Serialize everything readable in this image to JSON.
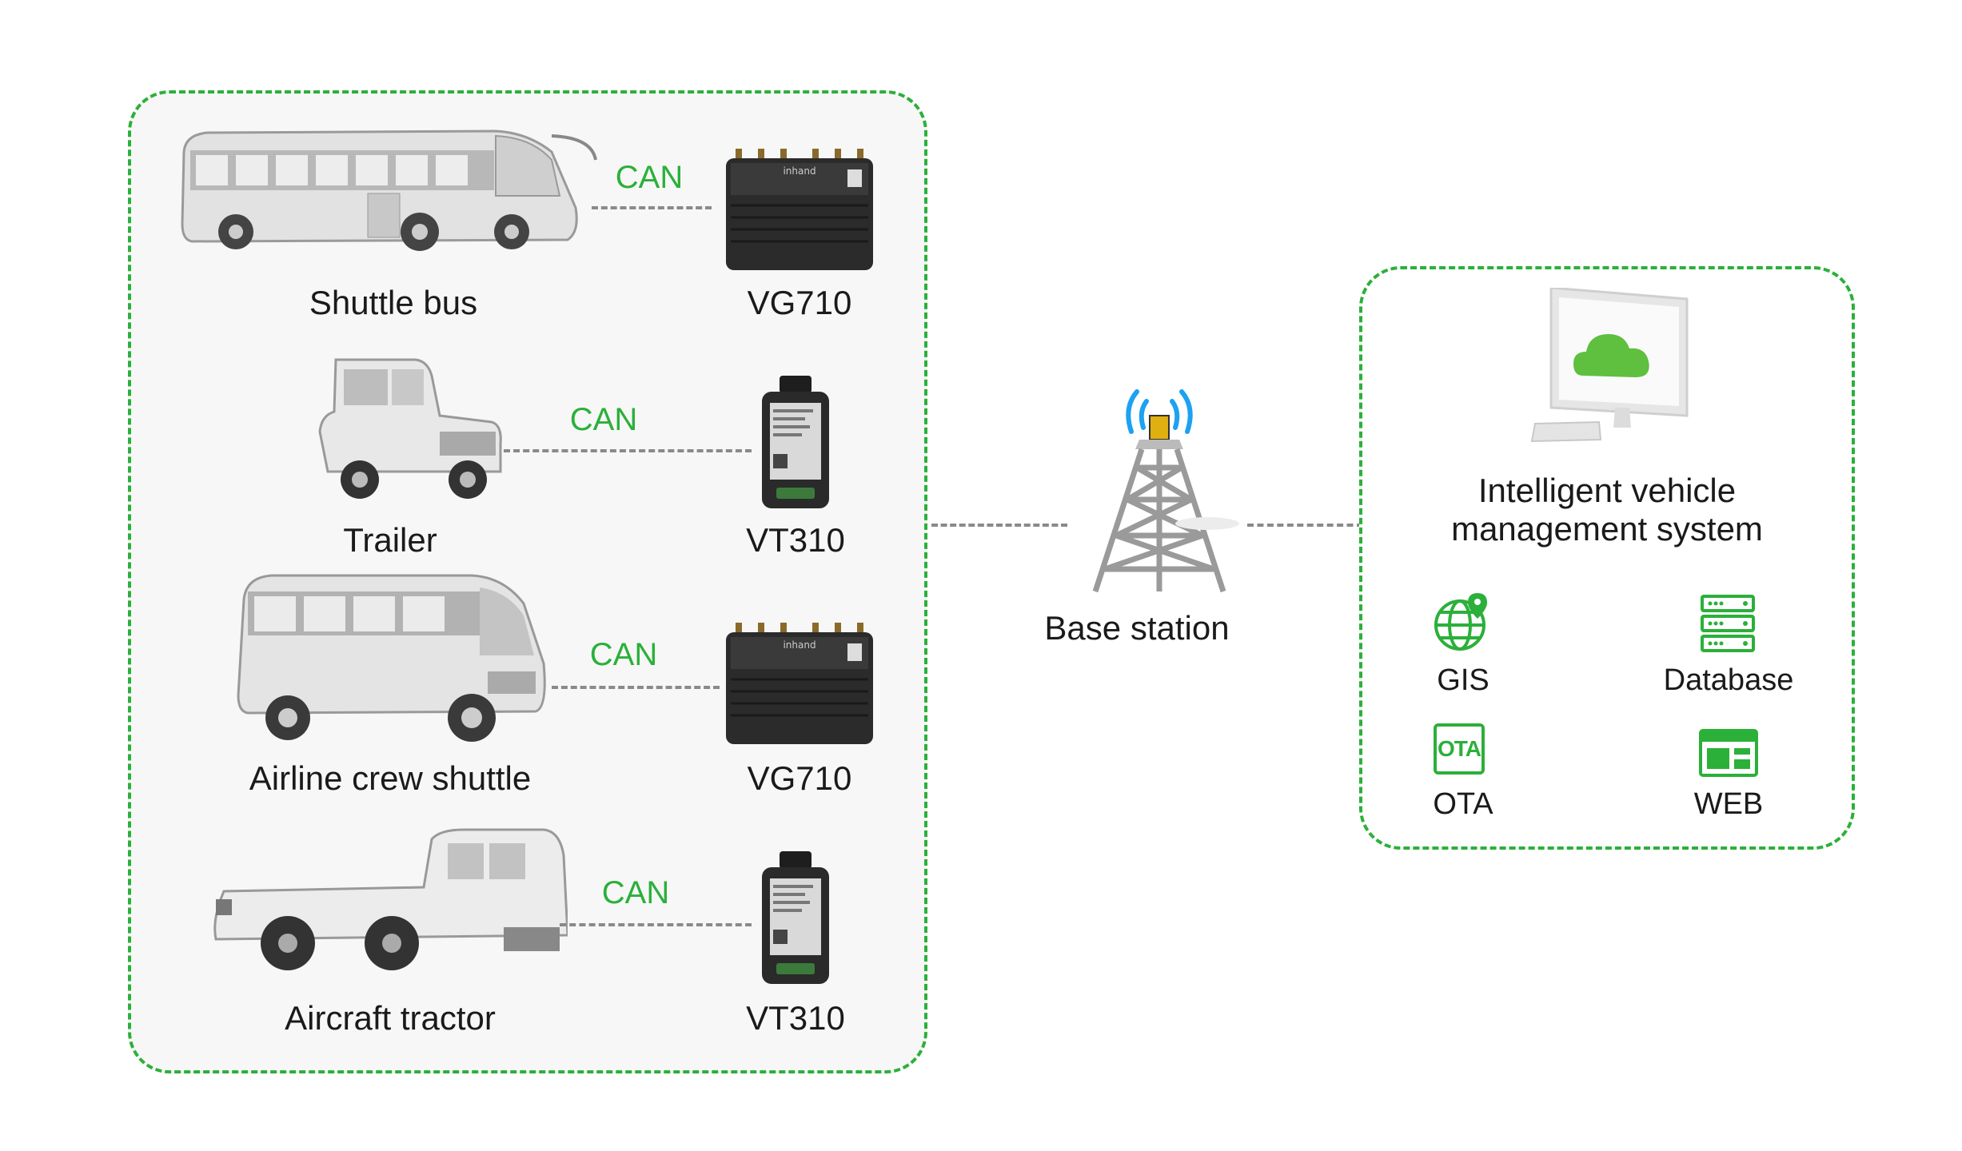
{
  "vehicles": [
    {
      "name": "Shuttle bus",
      "link": "CAN",
      "device": "VG710"
    },
    {
      "name": "Trailer",
      "link": "CAN",
      "device": "VT310"
    },
    {
      "name": "Airline crew shuttle",
      "link": "CAN",
      "device": "VG710"
    },
    {
      "name": "Aircraft tractor",
      "link": "CAN",
      "device": "VT310"
    }
  ],
  "base_station": {
    "label": "Base station"
  },
  "ims": {
    "title_line1": "Intelligent vehicle",
    "title_line2": "management system",
    "features": [
      {
        "label": "GIS",
        "icon": "globe-pin-icon"
      },
      {
        "label": "Database",
        "icon": "database-server-icon"
      },
      {
        "label": "OTA",
        "icon": "ota-icon",
        "icon_text": "OTA"
      },
      {
        "label": "WEB",
        "icon": "web-window-icon"
      }
    ]
  },
  "colors": {
    "accent": "#2bb03a",
    "connector": "#8a8a8a",
    "tower": "#9a9a9a",
    "signal": "#1da1f2",
    "cloud": "#5fbf3f"
  }
}
